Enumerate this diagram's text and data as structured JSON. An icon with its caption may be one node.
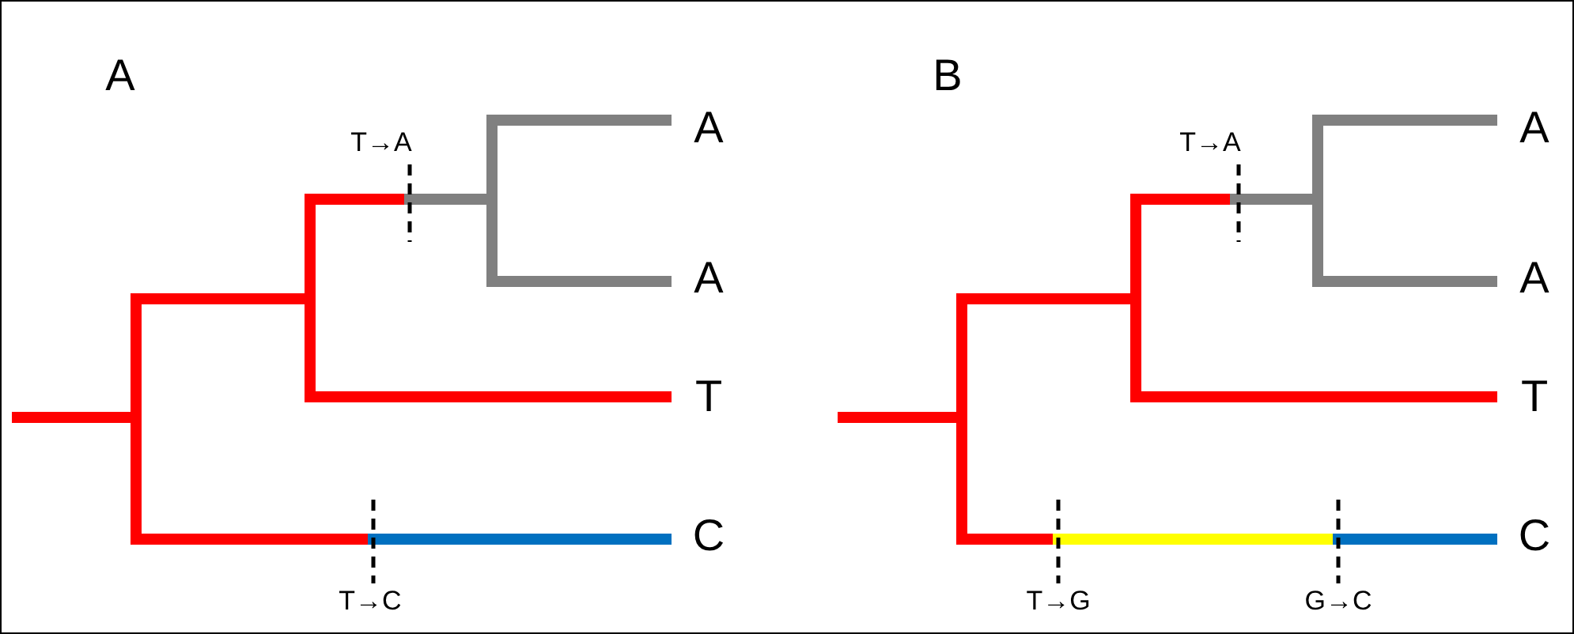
{
  "diagram": {
    "labels": [
      "A",
      "B",
      "T→A",
      "A",
      "T→A",
      "A",
      "A",
      "A",
      "T",
      "T",
      "C",
      "C",
      "T→C",
      "T→G",
      "G→C"
    ]
  }
}
